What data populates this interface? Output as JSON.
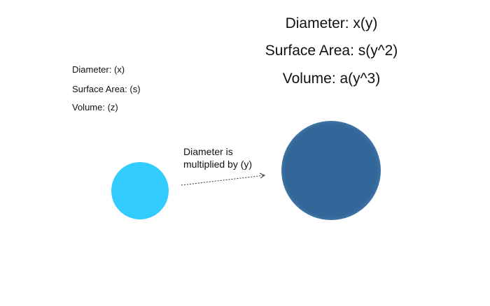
{
  "small_sphere": {
    "diameter_label": "Diameter: (x)",
    "surface_area_label": "Surface Area: (s)",
    "volume_label": "Volume: (z)",
    "color": "#33ccff"
  },
  "large_sphere": {
    "diameter_label": "Diameter: x(y)",
    "surface_area_label": "Surface Area: s(y^2)",
    "volume_label": "Volume: a(y^3)",
    "color": "#336699"
  },
  "arrow": {
    "caption_line1": "Diameter is",
    "caption_line2": "multiplied by (y)"
  }
}
